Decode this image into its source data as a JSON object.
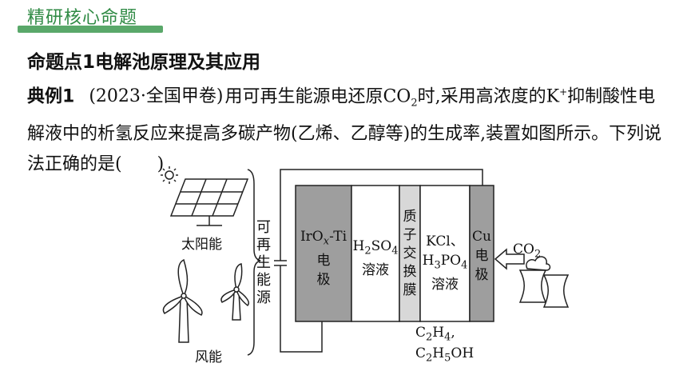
{
  "tag": {
    "text": "精研核心命题"
  },
  "heading": "命题点1电解池原理及其应用",
  "question": {
    "label": "典例1",
    "source": "(2023·全国甲卷)",
    "text_1": "用可再生能源电还原CO",
    "co2_sub": "2",
    "text_2": "时,采用高浓度的K",
    "k_sup": "+",
    "text_3": "抑制酸性电解液中的析氢反应来提高多碳产物(乙烯、乙醇等)的生成率,装置如图所示。下列说法正确的是(",
    "blank": "　　",
    "text_end": ")"
  },
  "diagram": {
    "solar_label": "太阳能",
    "wind_label": "风能",
    "renewable_label": "可再生能源",
    "anode_1": "IrO",
    "anode_x": "x",
    "anode_2": "-Ti",
    "anode_3": "电",
    "anode_4": "极",
    "h2so4_1": "H",
    "h2so4_sub1": "2",
    "h2so4_2": "SO",
    "h2so4_sub2": "4",
    "h2so4_3": "溶液",
    "membrane": "质子交换膜",
    "kcl_1": "KCl、",
    "kcl_2": "H",
    "kcl_sub1": "3",
    "kcl_3": "PO",
    "kcl_sub2": "4",
    "kcl_4": "溶液",
    "cathode_1": "Cu",
    "cathode_2": "电",
    "cathode_3": "极",
    "co2_label": "CO",
    "co2_sub": "2",
    "product_1a": "C",
    "product_1s1": "2",
    "product_1b": "H",
    "product_1s2": "4",
    "product_1c": ",",
    "product_2a": "C",
    "product_2s1": "2",
    "product_2b": "H",
    "product_2s2": "5",
    "product_2c": "OH"
  },
  "colors": {
    "accent_green": "#5aa86a",
    "electrode_gray": "#9e9e9e",
    "membrane_gray": "#d8d8d8"
  }
}
